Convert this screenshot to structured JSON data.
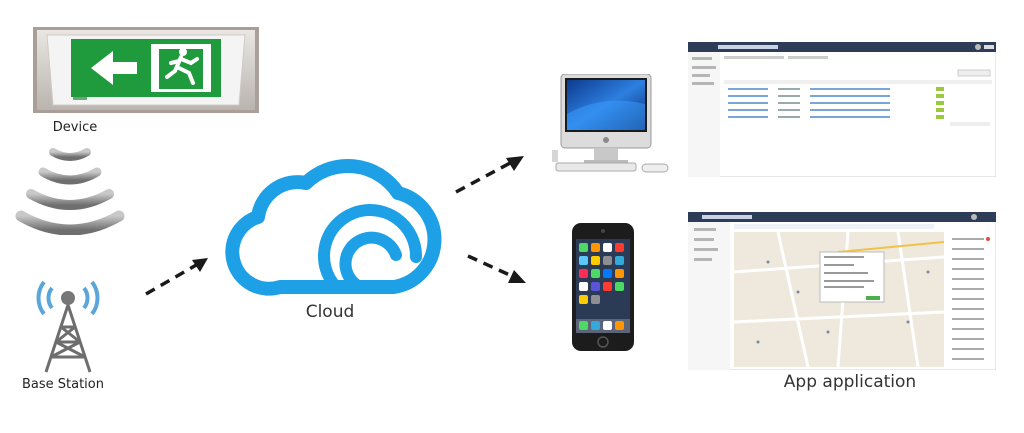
{
  "labels": {
    "device": "Device",
    "base_station": "Base Station",
    "cloud": "Cloud",
    "app": "App application"
  },
  "colors": {
    "cloud": "#1ea0e6",
    "exit_green": "#1f9a3c",
    "arrow": "#1a1a1a",
    "signal_gray": "#9a9a9a"
  },
  "icons": [
    "exit-sign-icon",
    "wireless-signal-icon",
    "antenna-tower-icon",
    "cloud-icon",
    "desktop-computer-icon",
    "smartphone-icon"
  ]
}
